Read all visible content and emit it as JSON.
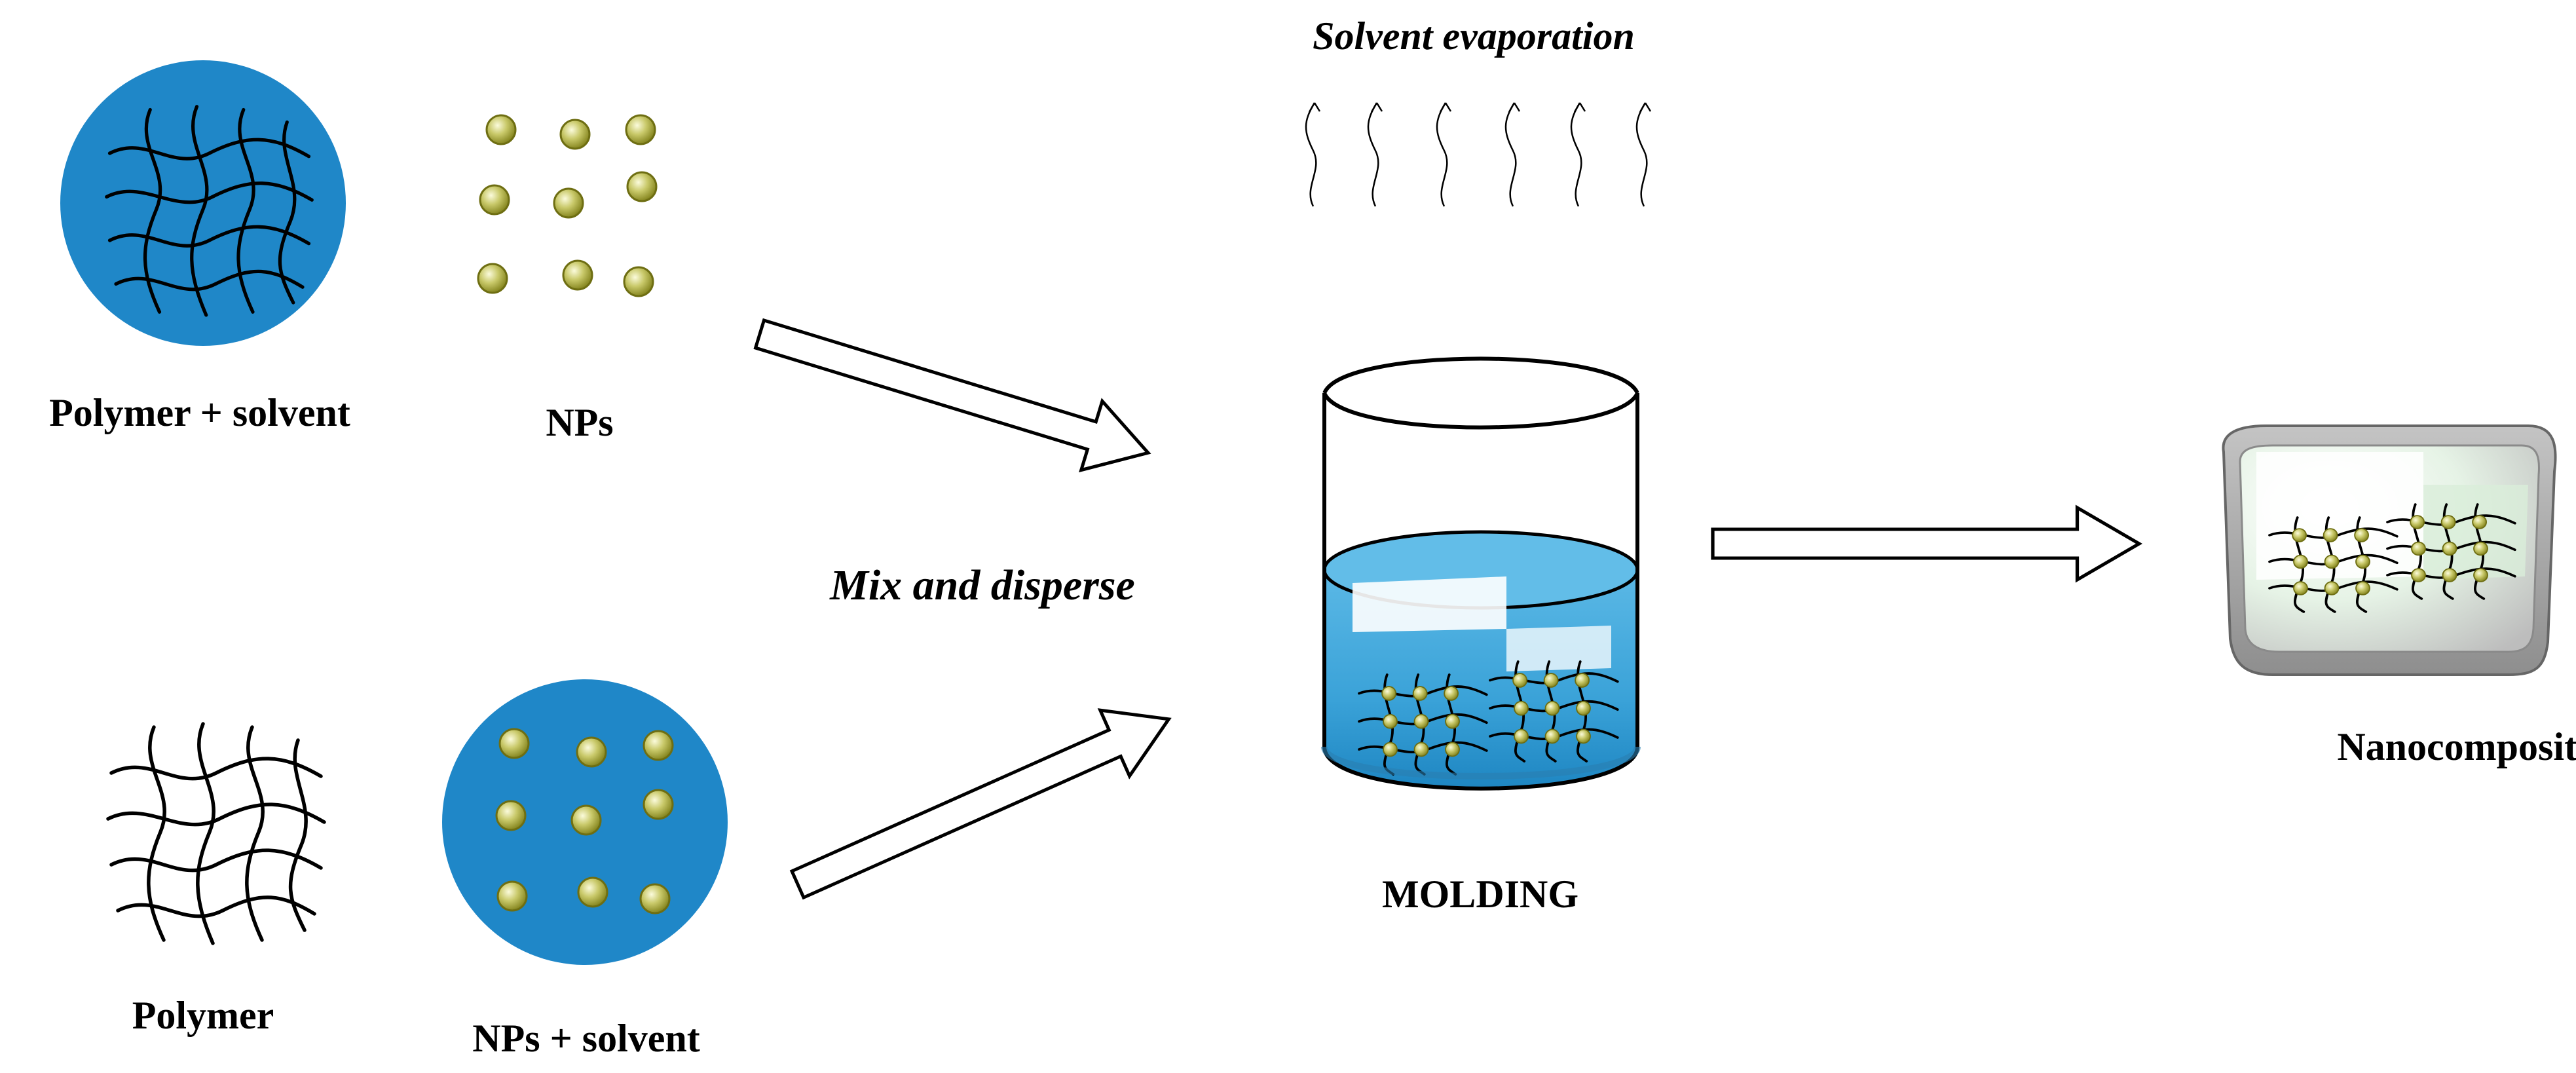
{
  "labels": {
    "polymer_solvent": "Polymer + solvent",
    "nps": "NPs",
    "polymer": "Polymer",
    "nps_solvent": "NPs + solvent",
    "mix_disperse": "Mix and disperse",
    "solvent_evaporation": "Solvent evaporation",
    "molding": "MOLDING",
    "nanocomposite": "Nanocomposite"
  },
  "colors": {
    "solvent_blue": "#1f87c8",
    "nanoparticle": "#9b9b1f",
    "nanoparticle_highlight": "#f4f4c8",
    "tray_gray": "#a9a9a9",
    "outline": "#000000"
  },
  "icons": {
    "arrow": "hollow-block-arrow",
    "vapor": "wavy-arrow",
    "network": "polymer-network",
    "particle": "nanoparticle-sphere"
  }
}
